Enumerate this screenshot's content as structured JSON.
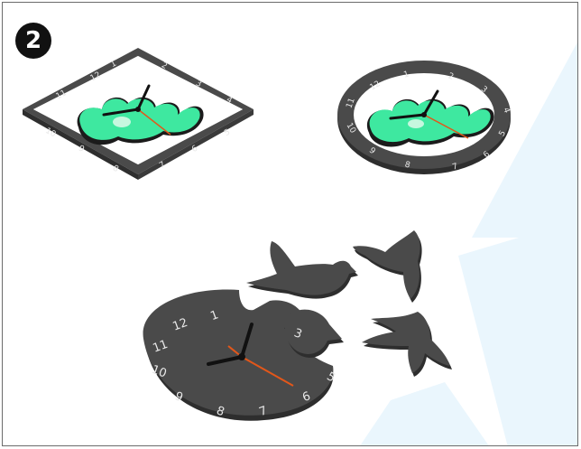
{
  "step": {
    "number": "2"
  },
  "clock_numerals": {
    "square": [
      "12",
      "1",
      "2",
      "3",
      "4",
      "5",
      "6",
      "7",
      "8",
      "9",
      "10",
      "11"
    ],
    "round": [
      "12",
      "1",
      "2",
      "3",
      "4",
      "5",
      "6",
      "7",
      "8",
      "9",
      "10",
      "11"
    ],
    "birds": [
      "12",
      "1",
      "3",
      "5",
      "6",
      "7",
      "8",
      "9",
      "10",
      "11"
    ]
  },
  "colors": {
    "frame": "#4a4a4a",
    "graffiti": "#3ee8a0",
    "graffiti_dark": "#1b1b1b",
    "hand": "#111111",
    "second_hand": "#e2571a",
    "numerals": "#e8e8e8",
    "background_tint": "#eaf6fd"
  }
}
